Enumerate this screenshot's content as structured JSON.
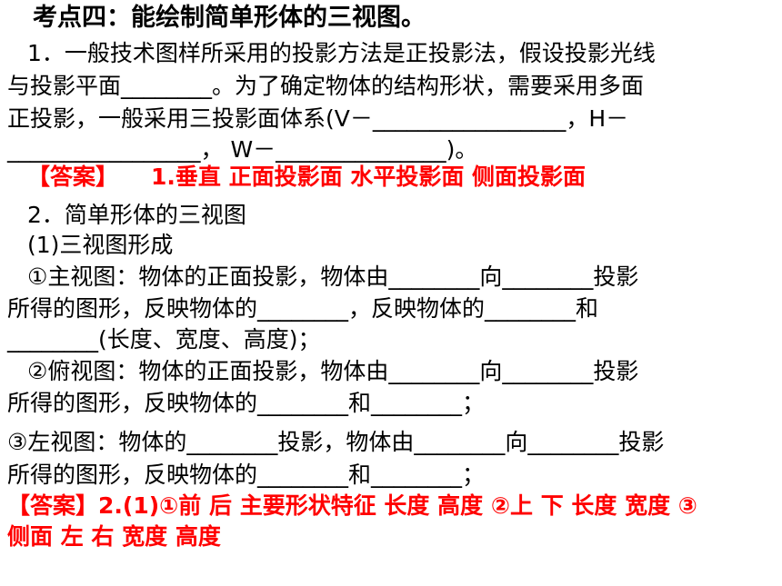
{
  "title": "考点四：能绘制简单形体的三视图。",
  "q1": {
    "l1": "1．一般技术图样所采用的投影方法是正投影法，假设投影光线",
    "l2": "与投影平面________。为了确定物体的结构形状，需要采用多面",
    "l3": "正投影，一般采用三投影面体系(V－_________________，H－",
    "l4": "_________________， W－_______________)。"
  },
  "ans1": {
    "label": "【答案】",
    "text": "1.垂直 正面投影面 水平投影面 侧面投影面"
  },
  "q2": {
    "heading": "2．简单形体的三视图",
    "sub": "(1)三视图形成",
    "main1": "①主视图：物体的正面投影，物体由________向________投影",
    "main2": "所得的图形，反映物体的________，反映物体的________和",
    "main3": "________(长度、宽度、高度)；",
    "top1": "②俯视图：物体的正面投影，物体由________向________投影",
    "top2": "所得的图形，反映物体的________和________；",
    "left1": "③左视图：物体的________投影，物体由________向________投影",
    "left2": "所得的图形，反映物体的________和________；"
  },
  "ans2": {
    "l1": "【答案】2.(1)①前 后 主要形状特征 长度 高度 ②上 下 长度 宽度 ③",
    "l2": "侧面 左 右 宽度 高度"
  }
}
